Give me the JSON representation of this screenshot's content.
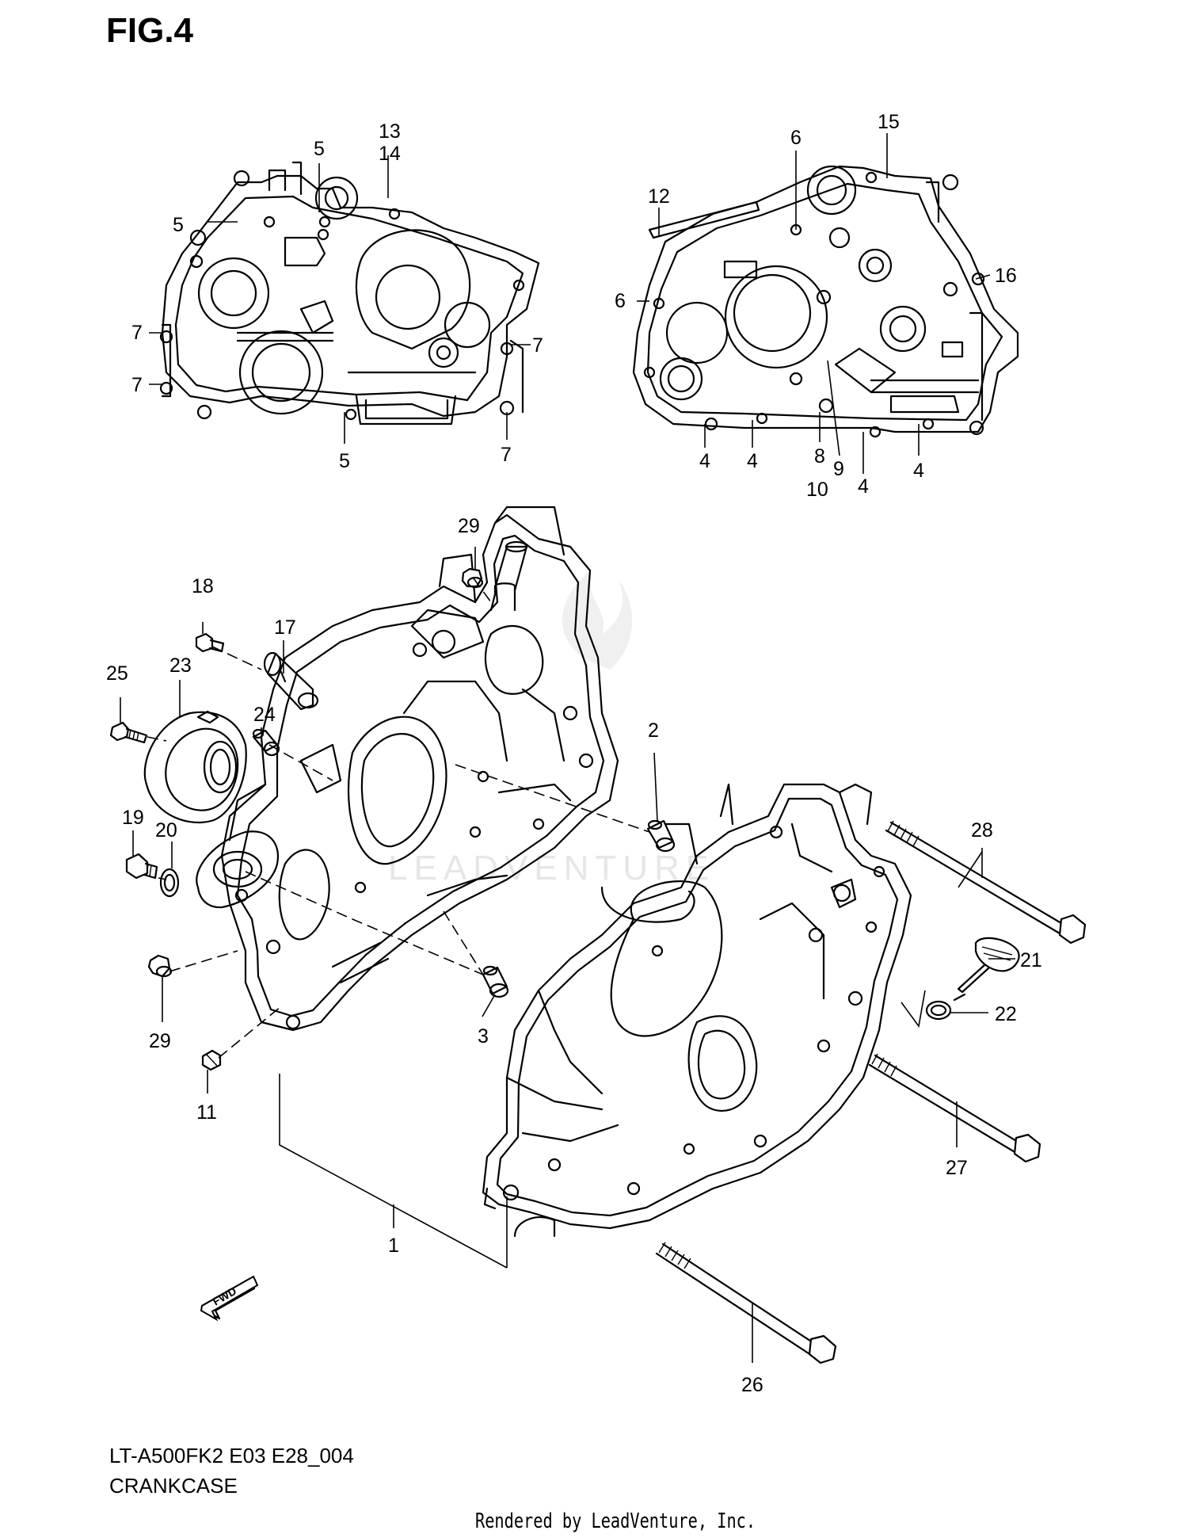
{
  "figure": {
    "title": "FIG.4",
    "model_code": "LT-A500FK2 E03 E28_004",
    "section_name": "CRANKCASE",
    "footer": "Rendered by LeadVenture, Inc.",
    "watermark": "LEADVENTURE",
    "fwd_label": "FWD"
  },
  "callouts": [
    {
      "id": "c13",
      "label": "13"
    },
    {
      "id": "c14",
      "label": "14"
    },
    {
      "id": "c5a",
      "label": "5"
    },
    {
      "id": "c5b",
      "label": "5"
    },
    {
      "id": "c5c",
      "label": "5"
    },
    {
      "id": "c7a",
      "label": "7"
    },
    {
      "id": "c7b",
      "label": "7"
    },
    {
      "id": "c7c",
      "label": "7"
    },
    {
      "id": "c7d",
      "label": "7"
    },
    {
      "id": "c6a",
      "label": "6"
    },
    {
      "id": "c6b",
      "label": "6"
    },
    {
      "id": "c15",
      "label": "15"
    },
    {
      "id": "c12",
      "label": "12"
    },
    {
      "id": "c16",
      "label": "16"
    },
    {
      "id": "c4a",
      "label": "4"
    },
    {
      "id": "c4b",
      "label": "4"
    },
    {
      "id": "c4c",
      "label": "4"
    },
    {
      "id": "c4d",
      "label": "4"
    },
    {
      "id": "c8",
      "label": "8"
    },
    {
      "id": "c9",
      "label": "9"
    },
    {
      "id": "c10",
      "label": "10"
    },
    {
      "id": "c29a",
      "label": "29"
    },
    {
      "id": "c29b",
      "label": "29"
    },
    {
      "id": "c18",
      "label": "18"
    },
    {
      "id": "c17",
      "label": "17"
    },
    {
      "id": "c25",
      "label": "25"
    },
    {
      "id": "c23",
      "label": "23"
    },
    {
      "id": "c24",
      "label": "24"
    },
    {
      "id": "c2",
      "label": "2"
    },
    {
      "id": "c19",
      "label": "19"
    },
    {
      "id": "c20",
      "label": "20"
    },
    {
      "id": "c28",
      "label": "28"
    },
    {
      "id": "c21",
      "label": "21"
    },
    {
      "id": "c22",
      "label": "22"
    },
    {
      "id": "c3",
      "label": "3"
    },
    {
      "id": "c11",
      "label": "11"
    },
    {
      "id": "c27",
      "label": "27"
    },
    {
      "id": "c1",
      "label": "1"
    },
    {
      "id": "c26",
      "label": "26"
    }
  ]
}
